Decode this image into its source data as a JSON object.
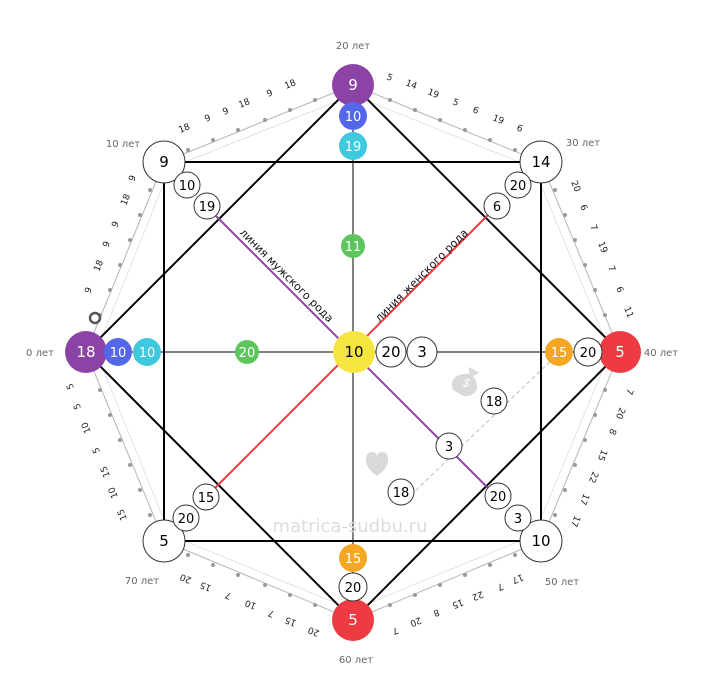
{
  "ages": {
    "top": "20 лет",
    "top_right": "30 лет",
    "right": "40 лет",
    "bottom_right": "50 лет",
    "bottom": "60 лет",
    "bottom_left": "70 лет",
    "left": "0 лет",
    "top_left": "10 лет"
  },
  "outer": {
    "top": "9",
    "top_right": "14",
    "right": "5",
    "bottom_right": "10",
    "bottom": "5",
    "bottom_left": "5",
    "left": "18",
    "top_left": "9"
  },
  "inner": {
    "top_1": "10",
    "top_2": "19",
    "top_mid": "11",
    "left_1": "10",
    "left_2": "10",
    "left_mid": "20",
    "center": "10",
    "center_a": "20",
    "center_b": "3",
    "right_1": "15",
    "right_2": "20",
    "bottom_1": "15",
    "bottom_2": "20",
    "tl_1": "10",
    "tl_2": "19",
    "tr_1": "20",
    "tr_2": "6",
    "bl_1": "15",
    "bl_2": "20",
    "br_1": "20",
    "br_2": "3",
    "money_1": "18",
    "money_2": "3",
    "love": "18"
  },
  "lines": {
    "male": "линия мужского рода",
    "female": "линия женского рода"
  },
  "watermark": "matrica-sudbu.ru",
  "ring": {
    "top_left_arc": [
      "18",
      "9",
      "9",
      "18",
      "9",
      "18"
    ],
    "top_right_arc": [
      "5",
      "14",
      "19",
      "5",
      "6",
      "19",
      "6"
    ],
    "right_upper_arc": [
      "20",
      "6",
      "7",
      "19",
      "7",
      "6",
      "11"
    ],
    "right_lower_arc": [
      "7",
      "20",
      "8",
      "15",
      "22",
      "17",
      "17"
    ],
    "bottom_right_arc": [
      "17",
      "7",
      "22",
      "15",
      "8",
      "20",
      "7"
    ],
    "bottom_left_arc": [
      "20",
      "15",
      "7",
      "10",
      "7",
      "15",
      "20"
    ],
    "left_lower_arc": [
      "5",
      "5",
      "10",
      "5",
      "15",
      "10",
      "15"
    ],
    "left_upper_arc": [
      "9",
      "18",
      "9",
      "9",
      "18",
      "9"
    ]
  },
  "colors": {
    "purple": "#8b44a5",
    "blue": "#5367e8",
    "cyan": "#3ec9de",
    "green": "#5cc65c",
    "yellow": "#f6e53f",
    "orange": "#f5a623",
    "red": "#ee3b43",
    "male_line": "#8b44a5",
    "female_line": "#ee3b43"
  }
}
